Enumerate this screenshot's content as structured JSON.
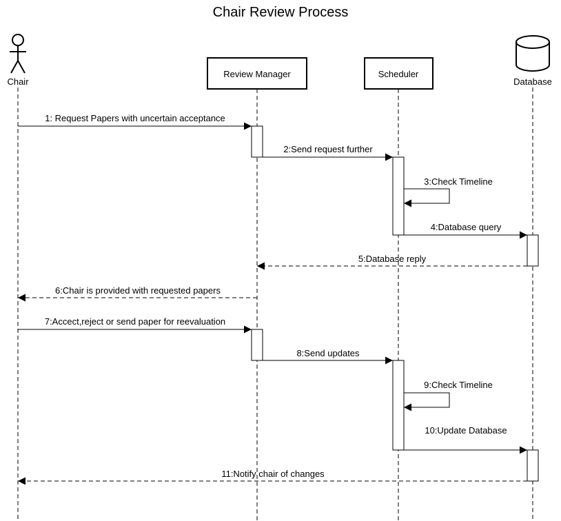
{
  "title": "Chair Review Process",
  "participants": [
    {
      "id": "chair",
      "label": "Chair",
      "kind": "actor"
    },
    {
      "id": "review_manager",
      "label": "Review Manager",
      "kind": "box"
    },
    {
      "id": "scheduler",
      "label": "Scheduler",
      "kind": "box"
    },
    {
      "id": "database",
      "label": "Database",
      "kind": "database"
    }
  ],
  "messages": [
    {
      "label": "1: Request Papers with uncertain acceptance",
      "from": "chair",
      "to": "review_manager",
      "style": "solid"
    },
    {
      "label": "2:Send request further",
      "from": "review_manager",
      "to": "scheduler",
      "style": "solid"
    },
    {
      "label": "3:Check Timeline",
      "from": "scheduler",
      "to": "scheduler",
      "style": "self"
    },
    {
      "label": "4:Database query",
      "from": "scheduler",
      "to": "database",
      "style": "solid"
    },
    {
      "label": "5:Database reply",
      "from": "database",
      "to": "review_manager",
      "style": "dashed"
    },
    {
      "label": "6:Chair is provided with requested papers",
      "from": "review_manager",
      "to": "chair",
      "style": "dashed"
    },
    {
      "label": "7:Accect,reject or send paper for reevaluation",
      "from": "chair",
      "to": "review_manager",
      "style": "solid"
    },
    {
      "label": "8:Send updates",
      "from": "review_manager",
      "to": "scheduler",
      "style": "solid"
    },
    {
      "label": "9:Check Timeline",
      "from": "scheduler",
      "to": "scheduler",
      "style": "self"
    },
    {
      "label": "10:Update Database",
      "from": "scheduler",
      "to": "database",
      "style": "solid"
    },
    {
      "label": "11:Notify chair of changes",
      "from": "database",
      "to": "chair",
      "style": "dashed"
    }
  ]
}
